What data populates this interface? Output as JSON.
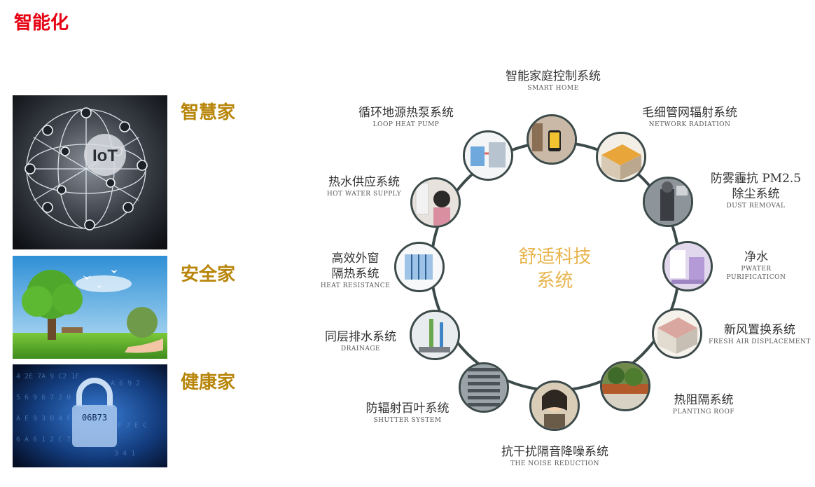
{
  "page": {
    "title": "智能化"
  },
  "homes": [
    {
      "label": "智慧家",
      "image_text": "IoT"
    },
    {
      "label": "安全家"
    },
    {
      "label": "健康家",
      "image_text": "06B73"
    }
  ],
  "diagram": {
    "center": [
      "舒适科技",
      "系统"
    ],
    "colors": {
      "ring": "#3d4a4a",
      "center_text": "#e8b44d",
      "title": "#e60012",
      "home_label": "#b8860b"
    },
    "systems": [
      {
        "cn": "智能家庭控制系统",
        "en": "SMART HOME"
      },
      {
        "cn": "毛细管网辐射系统",
        "en": "NETWORK RADIATION"
      },
      {
        "cn": "防雾霾抗 PM2.5",
        "cn2": "除尘系统",
        "en": "DUST REMOVAL"
      },
      {
        "cn": "净水",
        "en": "PWATER",
        "en2": "PURIFICATICON"
      },
      {
        "cn": "新风置换系统",
        "en": "FRESH AIR DISPLACEMENT"
      },
      {
        "cn": "热阻隔系统",
        "en": "PLANTING ROOF"
      },
      {
        "cn": "抗干扰隔音降噪系统",
        "en": "THE NOISE REDUCTION"
      },
      {
        "cn": "防辐射百叶系统",
        "en": "SHUTTER SYSTEM"
      },
      {
        "cn": "同层排水系统",
        "en": "DRAINAGE"
      },
      {
        "cn": "高效外窗",
        "cn2": "隔热系统",
        "en": "HEAT RESISTANCE"
      },
      {
        "cn": "热水供应系统",
        "en": "HOT WATER SUPPLY"
      },
      {
        "cn": "循环地源热泵系统",
        "en": "LOOP HEAT PUMP"
      }
    ]
  }
}
